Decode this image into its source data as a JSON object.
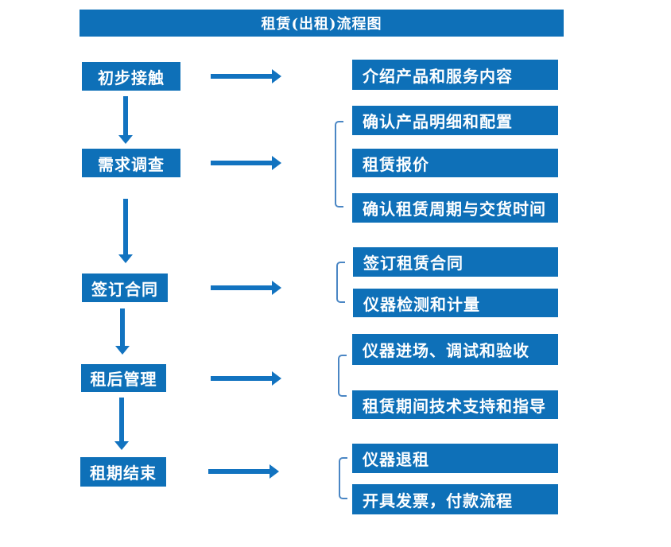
{
  "title": "租赁(出租)流程图",
  "colors": {
    "box_fill": "#0e70b8",
    "arrow": "#1273c0",
    "bracket": "#4a86c4",
    "text": "#ffffff",
    "background": "#ffffff"
  },
  "left_steps": [
    {
      "label": "初步接触"
    },
    {
      "label": "需求调查"
    },
    {
      "label": "签订合同"
    },
    {
      "label": "租后管理"
    },
    {
      "label": "租期结束"
    }
  ],
  "right_items": [
    {
      "label": "介绍产品和服务内容"
    },
    {
      "label": "确认产品明细和配置"
    },
    {
      "label": "租赁报价"
    },
    {
      "label": "确认租赁周期与交货时间"
    },
    {
      "label": "签订租赁合同"
    },
    {
      "label": "仪器检测和计量"
    },
    {
      "label": "仪器进场、调试和验收"
    },
    {
      "label": "租赁期间技术支持和指导"
    },
    {
      "label": "仪器退租"
    },
    {
      "label": "开具发票，付款流程"
    }
  ]
}
